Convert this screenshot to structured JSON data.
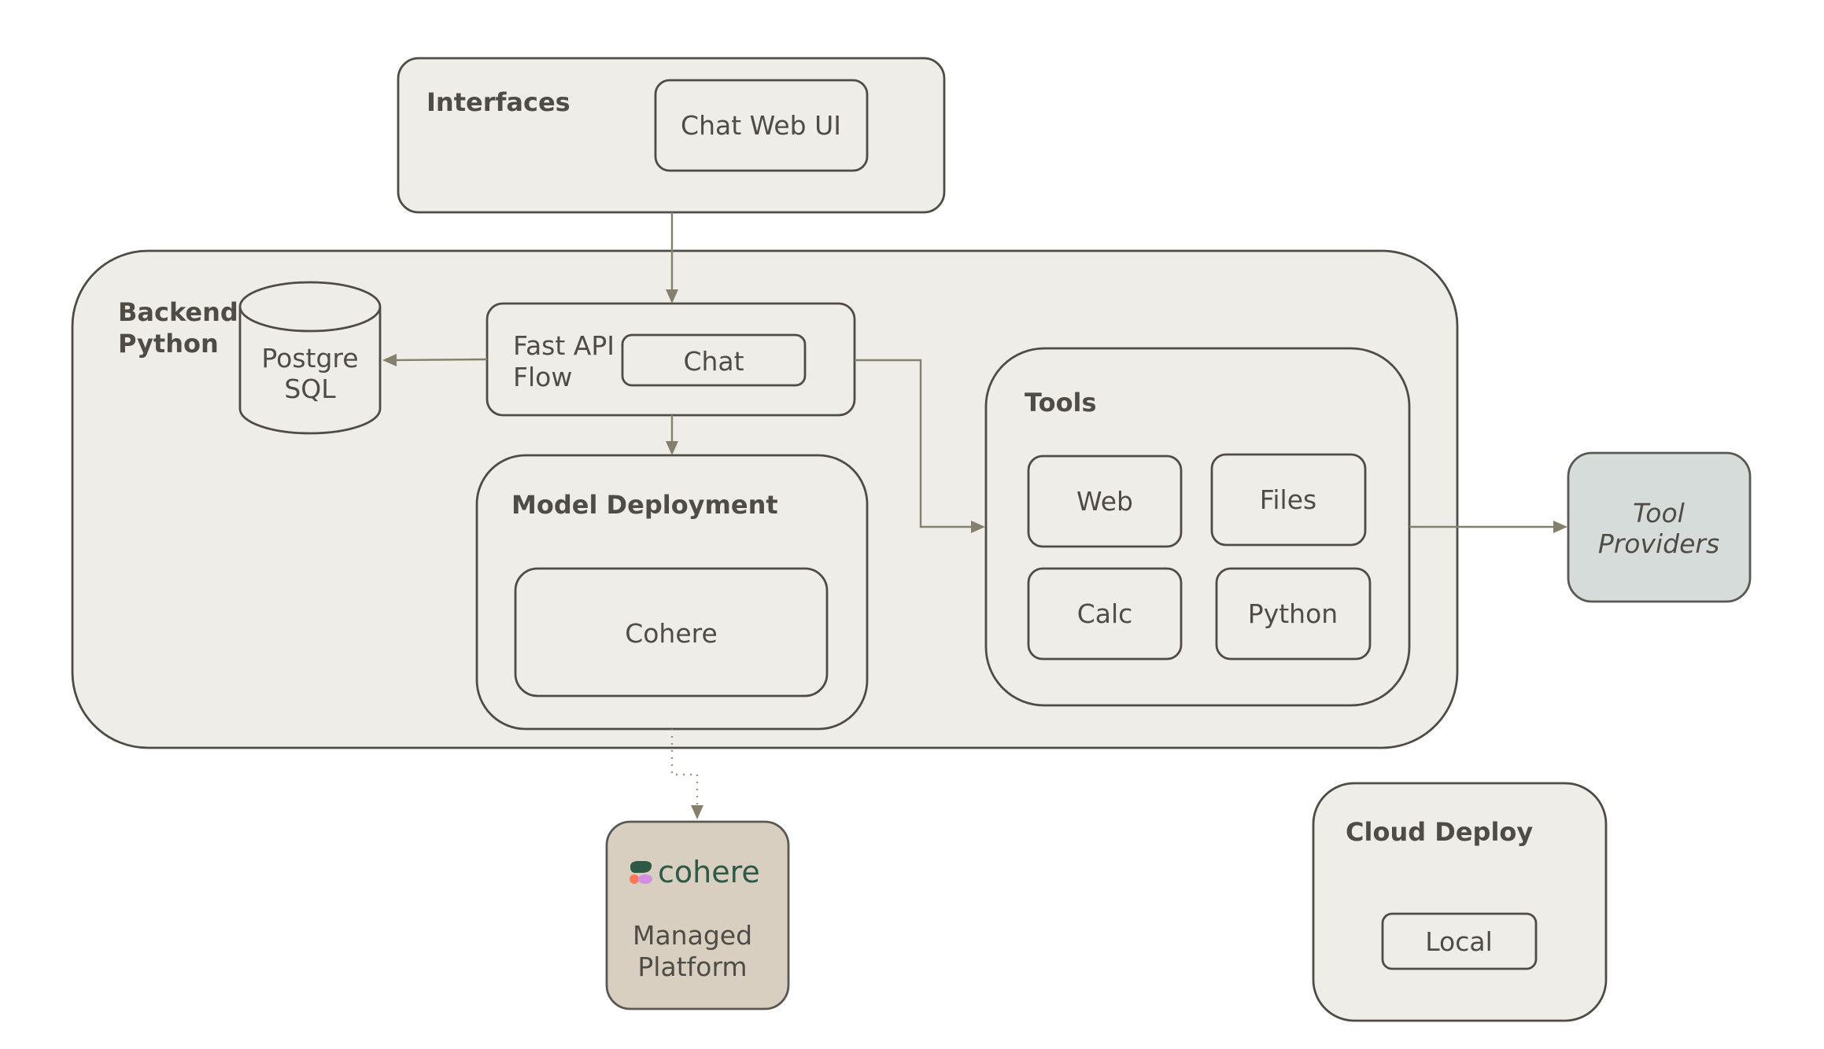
{
  "interfaces": {
    "title": "Interfaces",
    "chat_web_ui": "Chat Web UI"
  },
  "backend": {
    "title_line1": "Backend",
    "title_line2": "Python"
  },
  "postgres": {
    "line1": "Postgre",
    "line2": "SQL"
  },
  "fastapi": {
    "line1": "Fast API",
    "line2": "Flow",
    "chat": "Chat"
  },
  "model_deployment": {
    "title": "Model Deployment",
    "cohere": "Cohere"
  },
  "tools": {
    "title": "Tools",
    "web": "Web",
    "files": "Files",
    "calc": "Calc",
    "python": "Python"
  },
  "tool_providers": {
    "line1": "Tool",
    "line2": "Providers"
  },
  "managed_platform": {
    "logo_text": "cohere",
    "line1": "Managed",
    "line2": "Platform"
  },
  "cloud_deploy": {
    "title": "Cloud Deploy",
    "local": "Local"
  },
  "colors": {
    "panel_fill": "#efede8",
    "stroke": "#4f4c46",
    "connector": "#857f6e",
    "tool_providers_fill": "#d5dcd9",
    "managed_platform_fill": "#d8cfc0",
    "cohere_brand": "#2d5a47"
  }
}
